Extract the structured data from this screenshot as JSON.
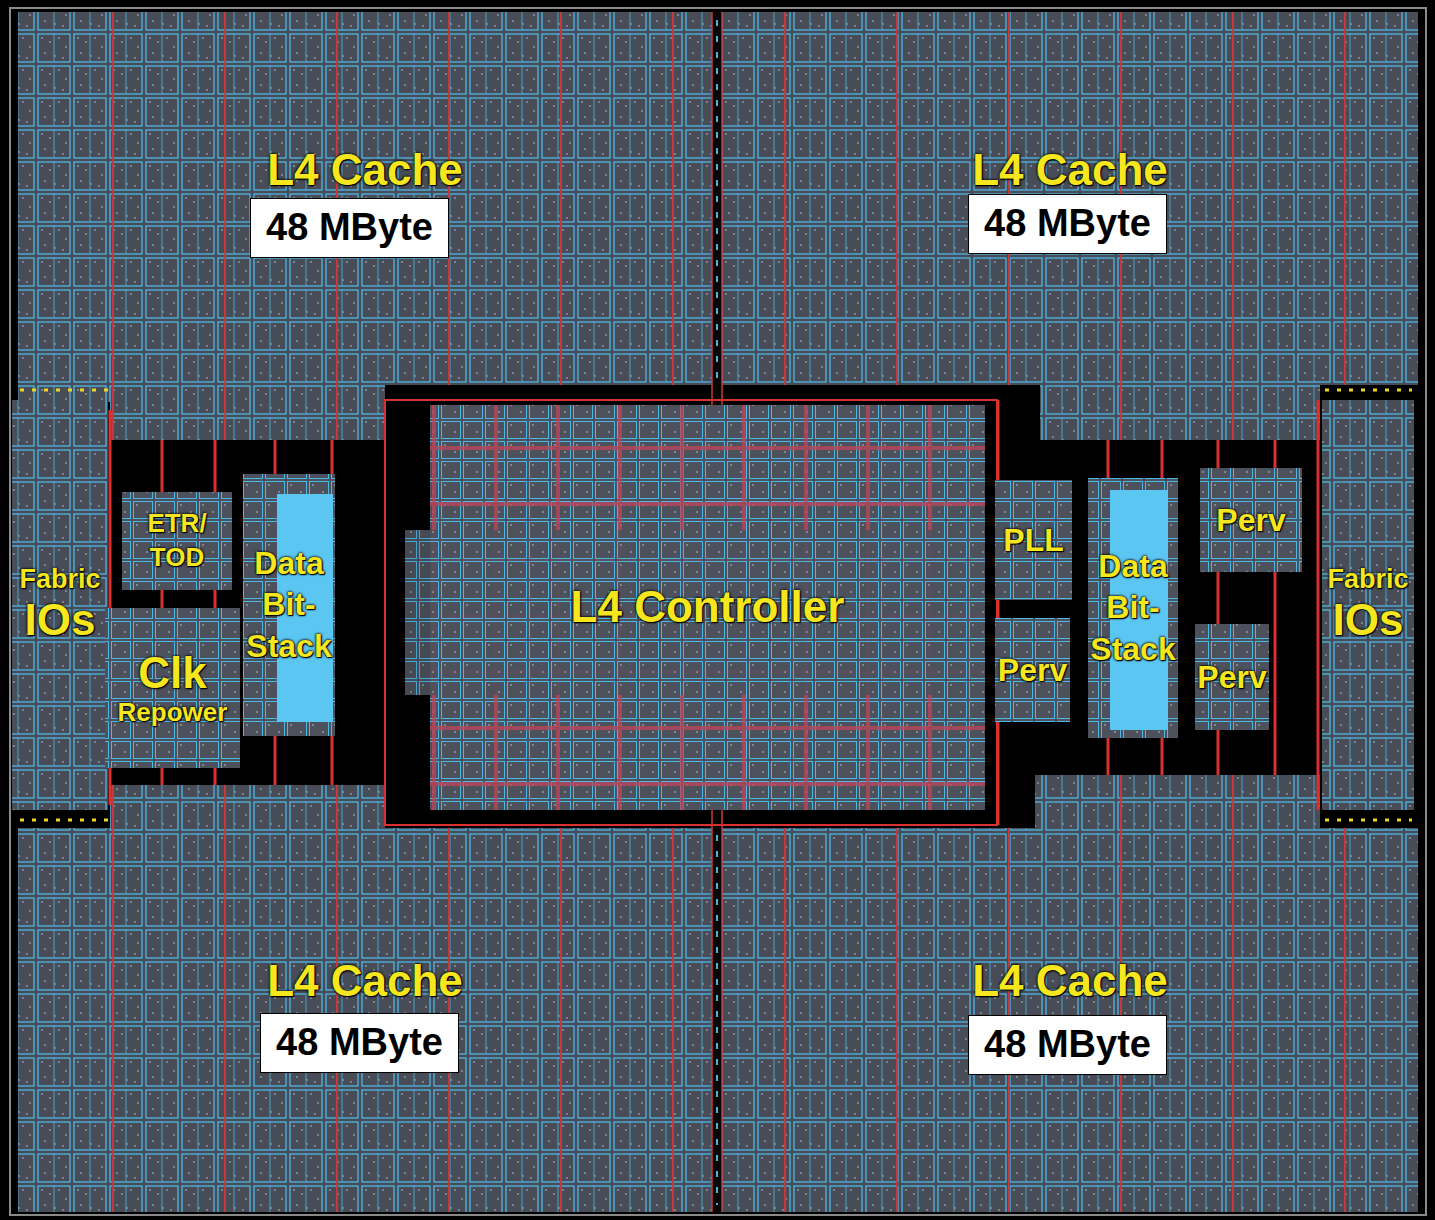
{
  "diagram": {
    "nodes": [
      {
        "text": [
          "L4 Cache"
        ]
      },
      {
        "text": [
          "48 MByte"
        ],
        "in": 0
      },
      {
        "text": [
          "L4 Cache"
        ]
      },
      {
        "text": [
          "48 MByte"
        ],
        "in": 2
      },
      {
        "text": [
          "Fabric",
          "IOs"
        ]
      },
      {
        "text": [
          "ETR/ TOD"
        ]
      },
      {
        "text": [
          "Clk",
          "Repower"
        ]
      },
      {
        "text": [
          "Data Bit- Stack"
        ]
      },
      {
        "text": [
          "L4 Controller"
        ]
      },
      {
        "text": [
          "PLL"
        ]
      },
      {
        "text": [
          "Perv"
        ]
      },
      {
        "text": [
          "Data Bit- Stack"
        ]
      },
      {
        "text": [
          "Perv"
        ]
      },
      {
        "text": [
          "Perv"
        ]
      },
      {
        "text": [
          "Fabric",
          "IOs"
        ]
      },
      {
        "text": [
          "L4 Cache"
        ]
      },
      {
        "text": [
          "48 MByte"
        ],
        "in": 15
      },
      {
        "text": [
          "L4 Cache"
        ]
      },
      {
        "text": [
          "48 MByte"
        ],
        "in": 17
      }
    ]
  }
}
